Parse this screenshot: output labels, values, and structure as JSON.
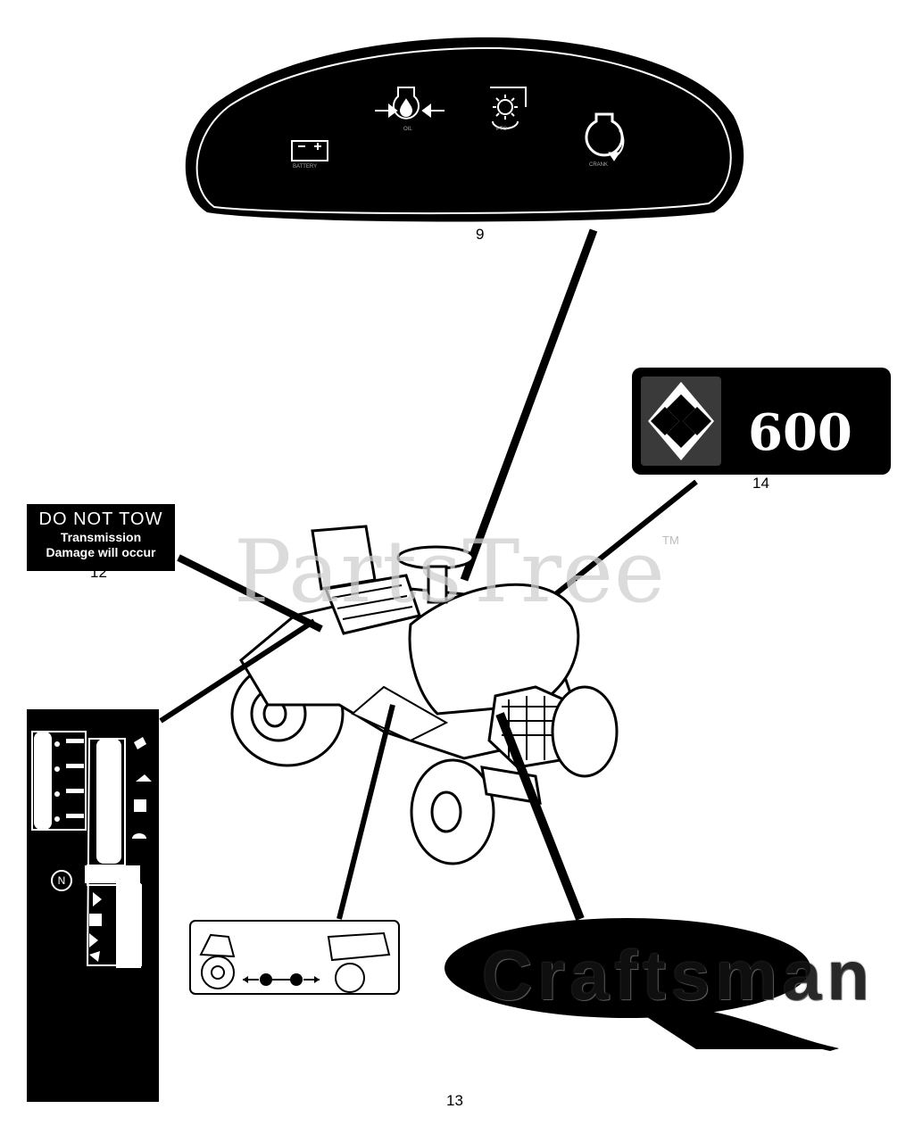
{
  "callouts": {
    "c9": "9",
    "c12": "12",
    "c13": "13",
    "c14": "14"
  },
  "tow_decal": {
    "line1": "DO NOT TOW",
    "line2": "Transmission",
    "line3": "Damage will occur"
  },
  "dash_decal": {
    "battery_label": "BATTERY",
    "oil_label": "OIL",
    "pto_label": "PTO",
    "crank_label": "CRANK",
    "icons": [
      "battery-icon",
      "oil-pressure-icon",
      "pto-icon",
      "crank-icon"
    ]
  },
  "model_decal": {
    "number": "600"
  },
  "lever_decal": {
    "neutral": "N"
  },
  "brand_decal": {
    "text": "Craftsman"
  },
  "watermark": {
    "text": "PartsTree",
    "mark": "TM"
  },
  "colors": {
    "decal_black": "#000000",
    "watermark_gray": "#cfcfcf"
  }
}
